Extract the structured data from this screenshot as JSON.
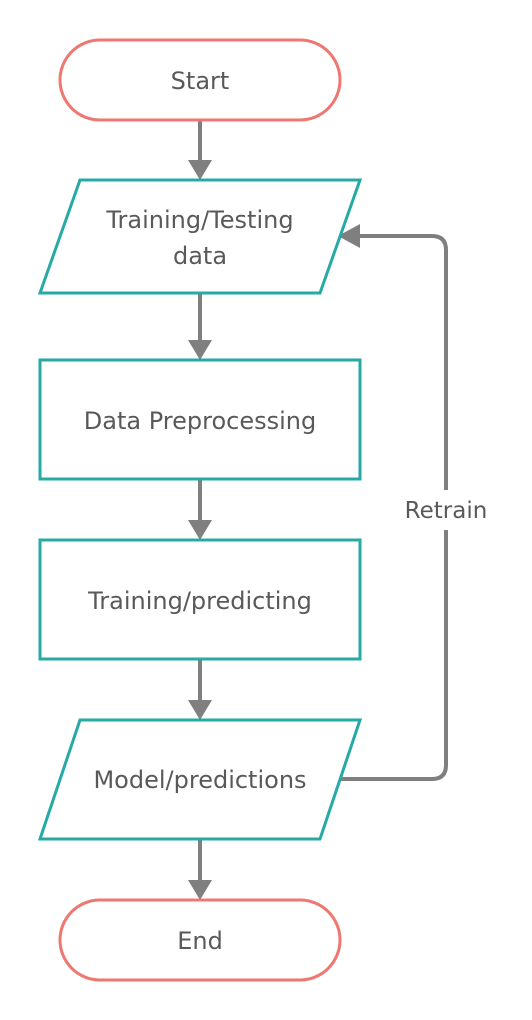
{
  "colors": {
    "terminal_stroke": "#ee7771",
    "process_stroke": "#26aaa6",
    "arrow": "#7f7f7f",
    "text": "#595959"
  },
  "nodes": {
    "start": {
      "shape": "terminal",
      "label": "Start"
    },
    "data": {
      "shape": "parallelogram",
      "label_line1": "Training/Testing",
      "label_line2": "data"
    },
    "preprocessing": {
      "shape": "rectangle",
      "label": "Data Preprocessing"
    },
    "training": {
      "shape": "rectangle",
      "label": "Training/predicting"
    },
    "model": {
      "shape": "parallelogram",
      "label": "Model/predictions"
    },
    "end": {
      "shape": "terminal",
      "label": "End"
    }
  },
  "edges": [
    {
      "from": "start",
      "to": "data"
    },
    {
      "from": "data",
      "to": "preprocessing"
    },
    {
      "from": "preprocessing",
      "to": "training"
    },
    {
      "from": "training",
      "to": "model"
    },
    {
      "from": "model",
      "to": "end"
    },
    {
      "from": "model",
      "to": "data",
      "label": "Retrain"
    }
  ],
  "retrain_label": "Retrain"
}
